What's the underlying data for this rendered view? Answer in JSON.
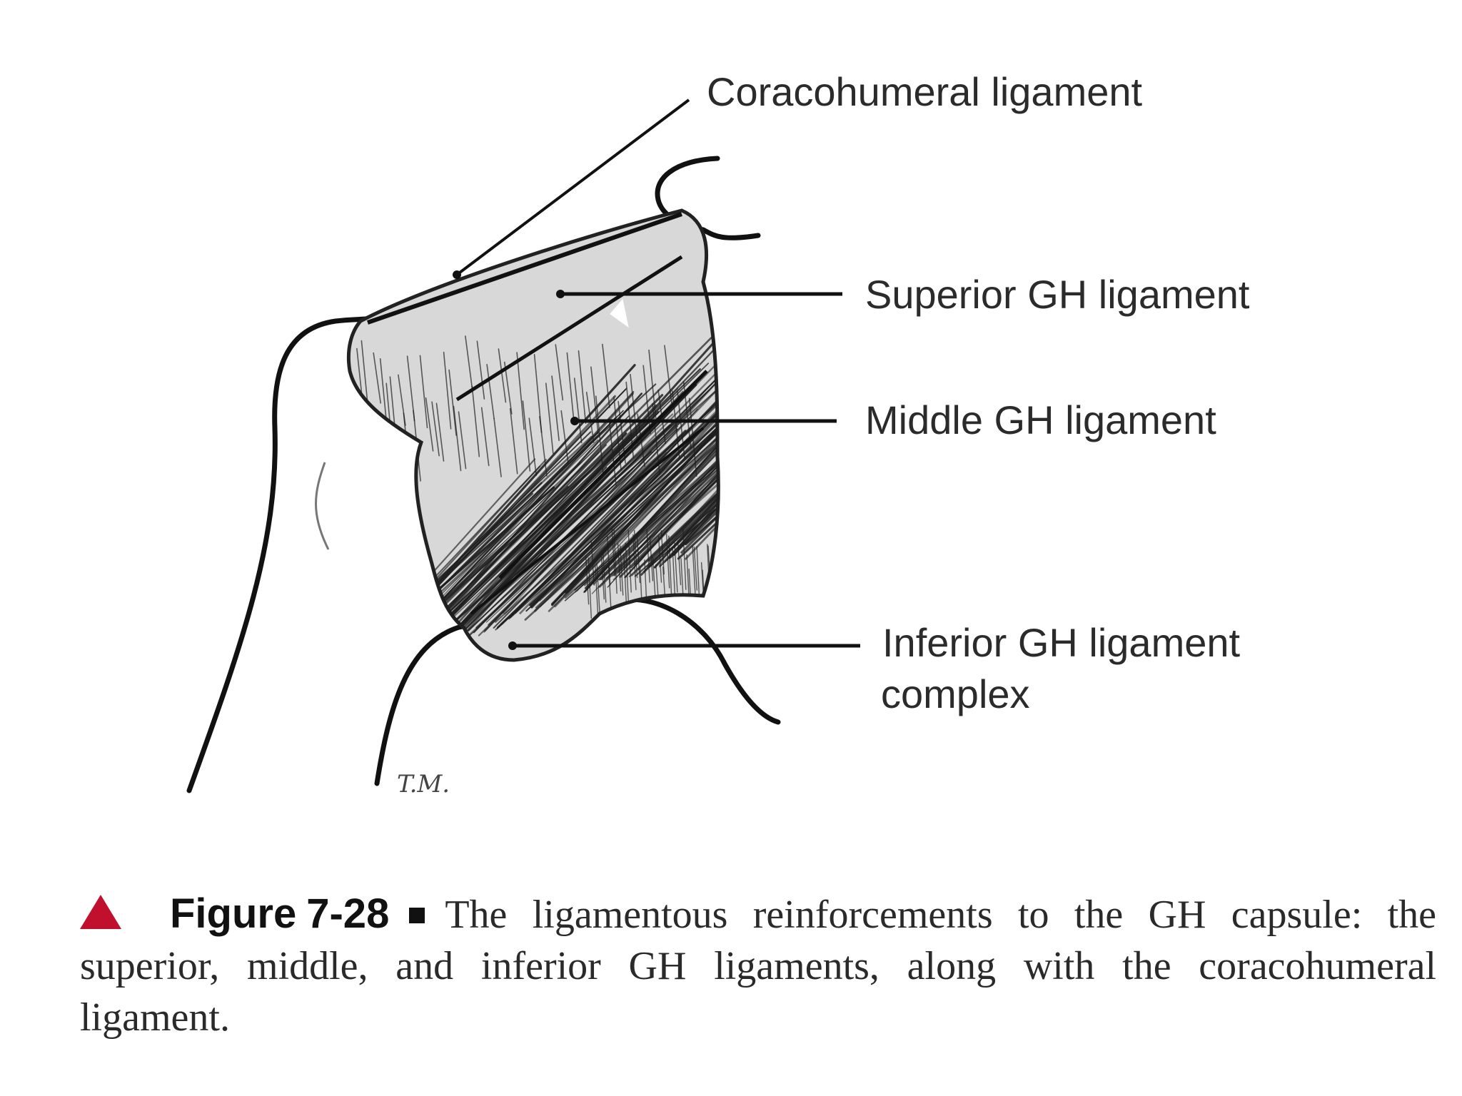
{
  "labels": {
    "coracohumeral": "Coracohumeral ligament",
    "superior": "Superior GH ligament",
    "middle": "Middle GH ligament",
    "inferior_line1": "Inferior GH ligament",
    "inferior_line2": "complex"
  },
  "signature": "T.M.",
  "caption": {
    "figure_word": "Figure",
    "figure_number": "7-28",
    "text": "The ligamentous reinforcements to the GH capsule: the superior, middle, and inferior GH ligaments, along with the coracohumeral ligament."
  },
  "colors": {
    "ink": "#1a1a1a",
    "caption_triangle": "#c0102e"
  }
}
